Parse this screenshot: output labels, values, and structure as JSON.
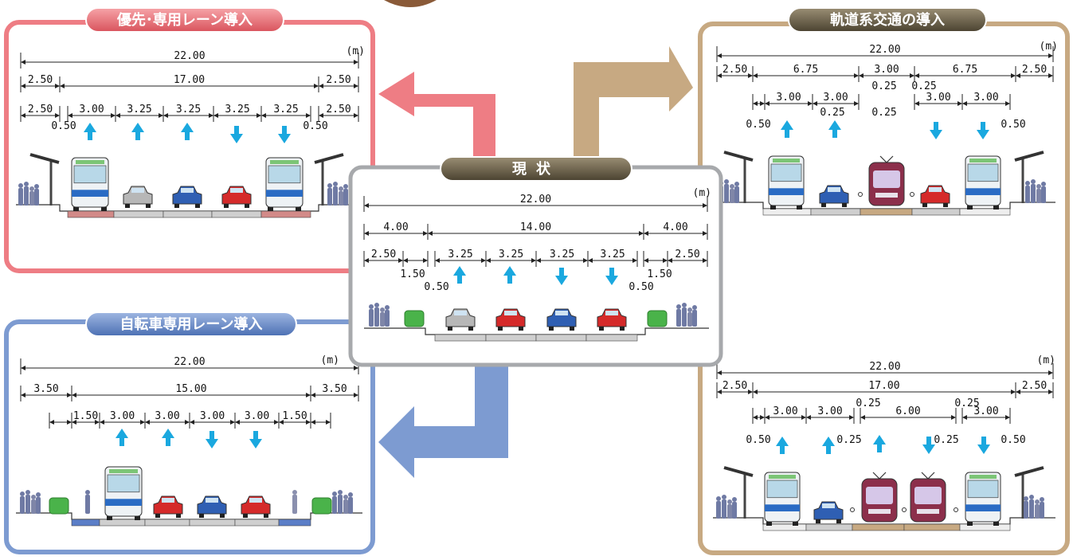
{
  "unit": "(m)",
  "panels": {
    "priority": {
      "title": "優先･専用レーン導入",
      "dims": {
        "total": "22.00",
        "side_left": "2.50",
        "middle": "17.00",
        "side_right": "2.50",
        "sidewalk_left": "2.50",
        "sidewalk_right": "2.50",
        "lanes": [
          "3.00",
          "3.25",
          "3.25",
          "3.25",
          "3.25"
        ],
        "gap_left": "0.50",
        "gap_right": "0.50"
      }
    },
    "current": {
      "title": "現状",
      "dims": {
        "total": "22.00",
        "side_left": "4.00",
        "middle": "14.00",
        "side_right": "4.00",
        "sidewalk_left": "2.50",
        "sidewalk_right": "2.50",
        "planter_left": "1.50",
        "planter_right": "1.50",
        "lanes": [
          "3.25",
          "3.25",
          "3.25",
          "3.25"
        ],
        "gap_left": "0.50",
        "gap_right": "0.50"
      }
    },
    "bicycle": {
      "title": "自転車専用レーン導入",
      "dims": {
        "total": "22.00",
        "side_left": "3.50",
        "middle": "15.00",
        "side_right": "3.50",
        "bike_left": "1.50",
        "bike_right": "1.50",
        "lanes": [
          "3.00",
          "3.00",
          "3.00",
          "3.00"
        ]
      }
    },
    "rail": {
      "title": "軌道系交通の導入",
      "dims": {
        "total": "22.00",
        "side_left": "2.50",
        "left_block": "6.75",
        "center": "3.00",
        "right_block": "6.75",
        "side_right": "2.50",
        "lanes": [
          "3.00",
          "3.00",
          "3.00",
          "3.00"
        ],
        "small": "0.25",
        "gap_left": "0.50",
        "gap_right": "0.50"
      }
    },
    "rail2": {
      "dims": {
        "total": "22.00",
        "side_left": "2.50",
        "middle": "17.00",
        "side_right": "2.50",
        "lane_a": "3.00",
        "lane_b": "3.00",
        "center": "6.00",
        "lane_c": "3.00",
        "small": "0.25",
        "gap_left": "0.50",
        "gap_right": "0.50"
      }
    }
  },
  "colors": {
    "priority": "#ee7d84",
    "bicycle": "#7d9bd1",
    "rail": "#c7a982",
    "current": "#a7a9ac",
    "arrow_lane": "#1aa8df",
    "title_dark": "#5b5340"
  }
}
